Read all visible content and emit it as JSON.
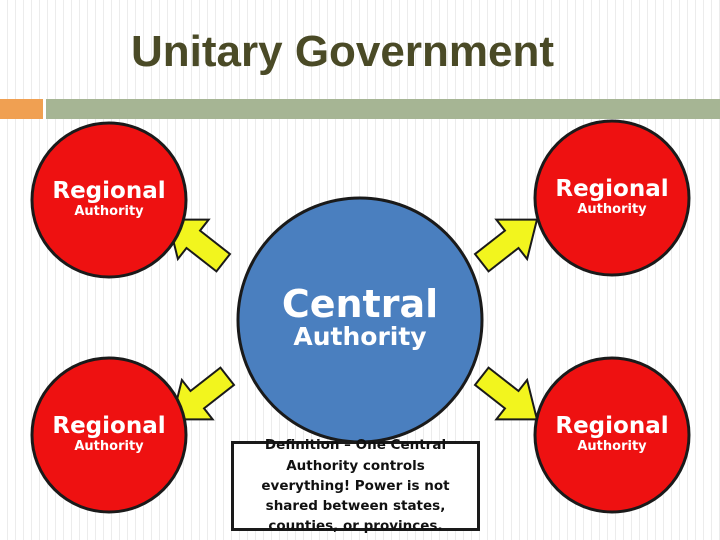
{
  "slide": {
    "title": "Unitary Government"
  },
  "diagram": {
    "center": {
      "main": "Central",
      "sub": "Authority",
      "color": "#4a7fbf"
    },
    "regions": [
      {
        "main": "Regional",
        "sub": "Authority"
      },
      {
        "main": "Regional",
        "sub": "Authority"
      },
      {
        "main": "Regional",
        "sub": "Authority"
      },
      {
        "main": "Regional",
        "sub": "Authority"
      }
    ],
    "region_color": "#ee1111",
    "arrow_color": "#f2f51e",
    "definition": "Definition – One Central Authority controls everything! Power is not shared between states, counties, or provinces."
  }
}
